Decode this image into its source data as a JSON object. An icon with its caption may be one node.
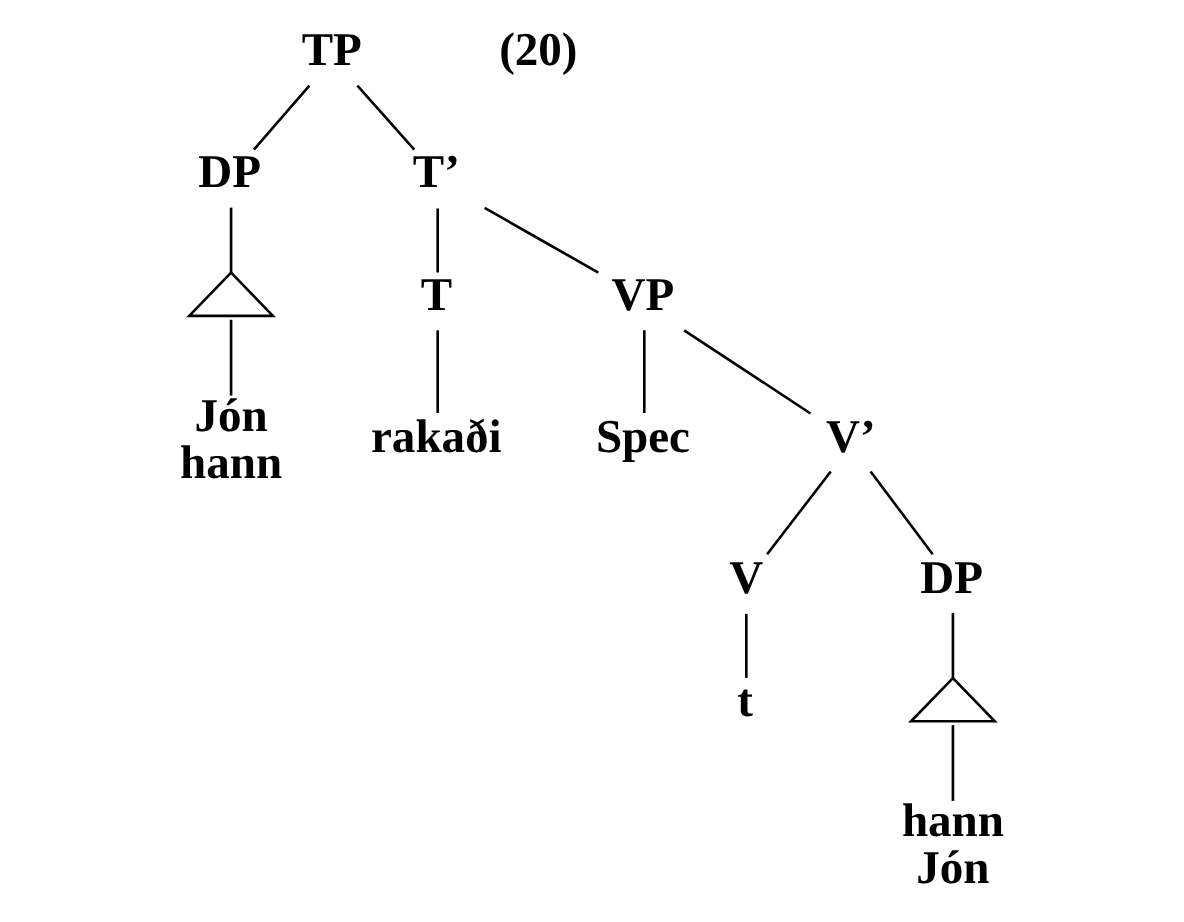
{
  "diagram": {
    "nodes": [
      {
        "text": [
          "TP"
        ]
      },
      {
        "text": [
          "DP"
        ]
      },
      {
        "text": [
          "T’"
        ]
      },
      {
        "text": [],
        "shape": "triangle"
      },
      {
        "text": [
          "Jón",
          "hann"
        ]
      },
      {
        "text": [
          "T"
        ]
      },
      {
        "text": [
          "VP"
        ]
      },
      {
        "text": [
          "rakaði"
        ]
      },
      {
        "text": [
          "Spec"
        ]
      },
      {
        "text": [
          "V’"
        ]
      },
      {
        "text": [
          "V"
        ]
      },
      {
        "text": [
          "DP"
        ]
      },
      {
        "text": [
          "t"
        ]
      },
      {
        "text": [],
        "shape": "triangle"
      },
      {
        "text": [
          "hann",
          "Jón"
        ]
      }
    ],
    "edges": [
      {
        "from": 0,
        "to": 1,
        "arrow": "none"
      },
      {
        "from": 0,
        "to": 2,
        "arrow": "none"
      },
      {
        "from": 1,
        "to": 3,
        "arrow": "none"
      },
      {
        "from": 3,
        "to": 4,
        "arrow": "none"
      },
      {
        "from": 2,
        "to": 5,
        "arrow": "none"
      },
      {
        "from": 2,
        "to": 6,
        "arrow": "none"
      },
      {
        "from": 5,
        "to": 7,
        "arrow": "none"
      },
      {
        "from": 6,
        "to": 8,
        "arrow": "none"
      },
      {
        "from": 6,
        "to": 9,
        "arrow": "none"
      },
      {
        "from": 9,
        "to": 10,
        "arrow": "none"
      },
      {
        "from": 9,
        "to": 11,
        "arrow": "none"
      },
      {
        "from": 10,
        "to": 12,
        "arrow": "none"
      },
      {
        "from": 11,
        "to": 13,
        "arrow": "none"
      },
      {
        "from": 13,
        "to": 14,
        "arrow": "none"
      }
    ],
    "labels": [
      "(20)"
    ]
  }
}
